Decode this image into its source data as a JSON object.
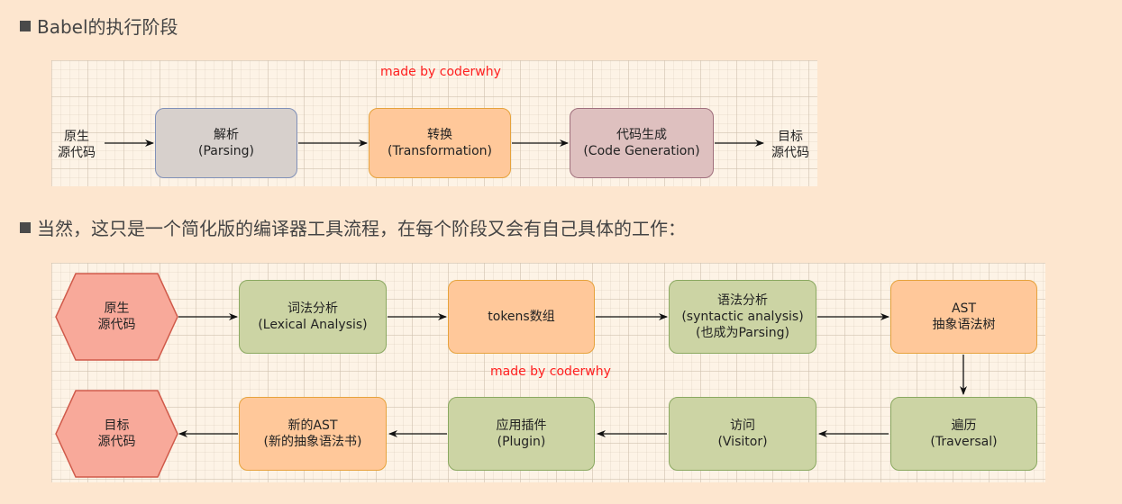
{
  "section1": {
    "heading": "Babel的执行阶段",
    "watermark": "made by coderwhy",
    "source": [
      "原生",
      "源代码"
    ],
    "target": [
      "目标",
      "源代码"
    ],
    "steps": [
      {
        "line1": "解析",
        "line2": "(Parsing)"
      },
      {
        "line1": "转换",
        "line2": "(Transformation)"
      },
      {
        "line1": "代码生成",
        "line2": "(Code Generation)"
      }
    ]
  },
  "section2": {
    "heading": "当然，这只是一个简化版的编译器工具流程，在每个阶段又会有自己具体的工作：",
    "watermark": "made by coderwhy",
    "source": [
      "原生",
      "源代码"
    ],
    "target": [
      "目标",
      "源代码"
    ],
    "row1": [
      {
        "line1": "词法分析",
        "line2": "(Lexical Analysis)"
      },
      {
        "line1": "tokens数组"
      },
      {
        "line1": "语法分析",
        "line2": "(syntactic analysis)",
        "line3": "(也成为Parsing)"
      },
      {
        "line1": "AST",
        "line2": "抽象语法树"
      }
    ],
    "row2": [
      {
        "line1": "遍历",
        "line2": "(Traversal)"
      },
      {
        "line1": "访问",
        "line2": "(Visitor)"
      },
      {
        "line1": "应用插件",
        "line2": "(Plugin)"
      },
      {
        "line1": "新的AST",
        "line2": "(新的抽象语法书)"
      }
    ]
  },
  "colors": {
    "background": "#fde6cf",
    "watermark": "#ff1e1e",
    "hexagon_fill": "#f8a99a",
    "hexagon_stroke": "#d05a4a"
  }
}
